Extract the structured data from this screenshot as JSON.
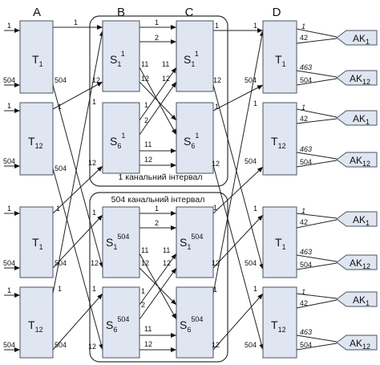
{
  "columns": {
    "a": "A",
    "b": "B",
    "c": "C",
    "d": "D"
  },
  "blocks": {
    "t_main": "T",
    "t_sub_1": "1",
    "t_sub_12": "12",
    "s_main": "S",
    "s_sub_1": "1",
    "s_sub_6": "6",
    "s_sup_1": "1",
    "s_sup_504": "504"
  },
  "labels": {
    "n1": "1",
    "n2": "2",
    "n11": "11",
    "n12": "12",
    "n42": "42",
    "n463": "463",
    "n504": "504"
  },
  "groups": {
    "top": "1 канальний інтервал",
    "bottom": "504 канальний інтервал"
  },
  "ak": {
    "main": "AK",
    "sub_1": "1",
    "sub_12": "12"
  },
  "colors": {
    "block_fill": "#dfe6f1",
    "stroke": "#4a5160"
  }
}
